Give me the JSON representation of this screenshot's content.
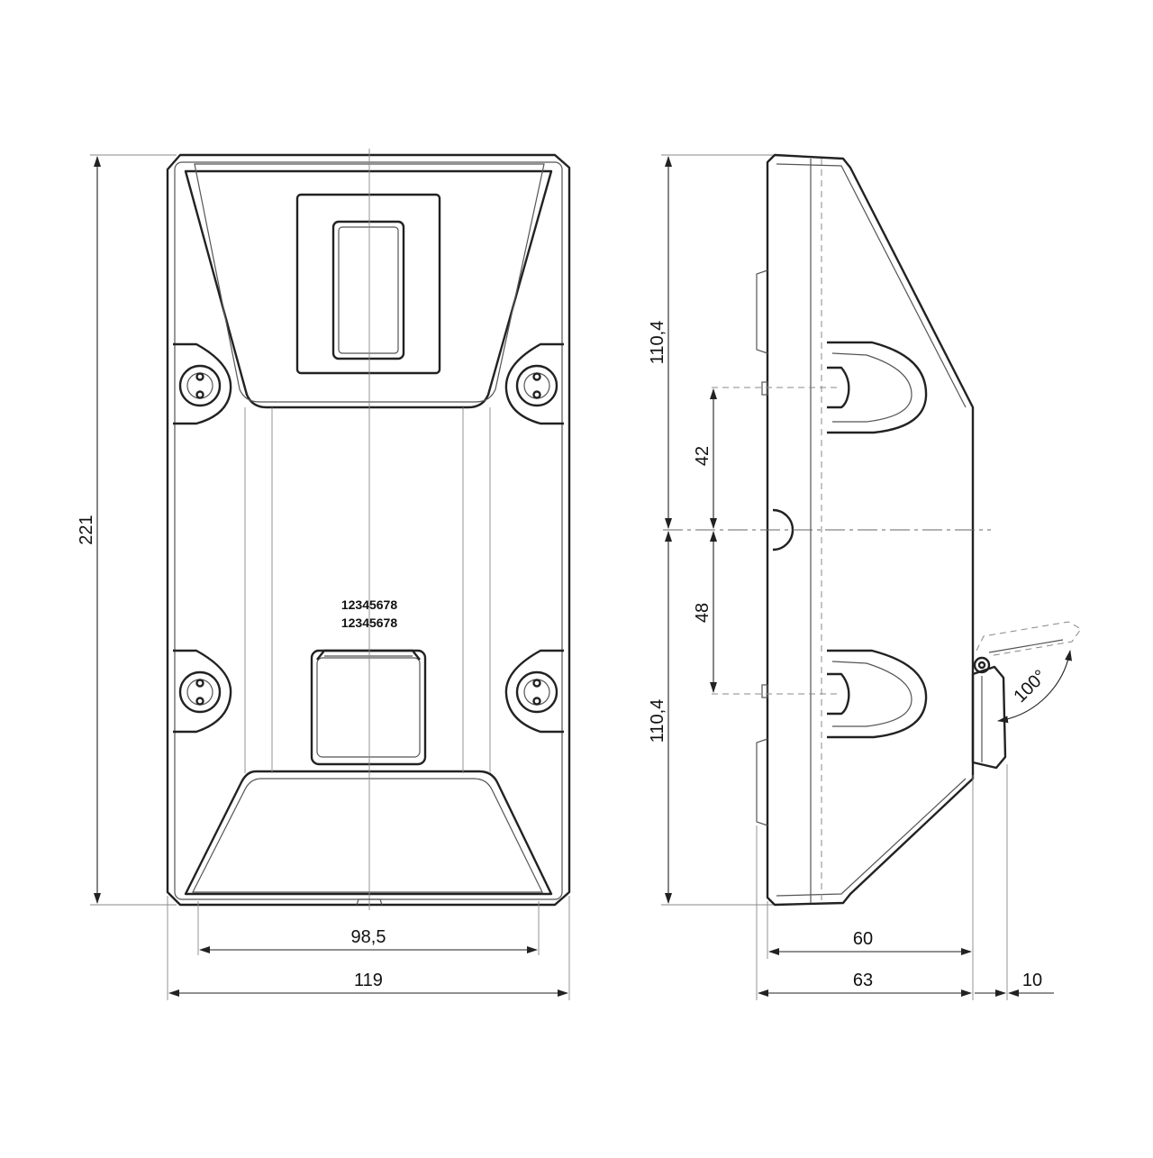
{
  "front_view": {
    "serial_line_1": "12345678",
    "serial_line_2": "12345678"
  },
  "dimensions": {
    "height_total": "221",
    "width_inner": "98,5",
    "width_total": "119",
    "upper_half": "110,4",
    "lower_half": "110,4",
    "upper_mount_offset": "42",
    "lower_mount_offset": "48",
    "depth_body": "60",
    "depth_total": "63",
    "flap_depth": "10",
    "flap_angle": "100°"
  }
}
